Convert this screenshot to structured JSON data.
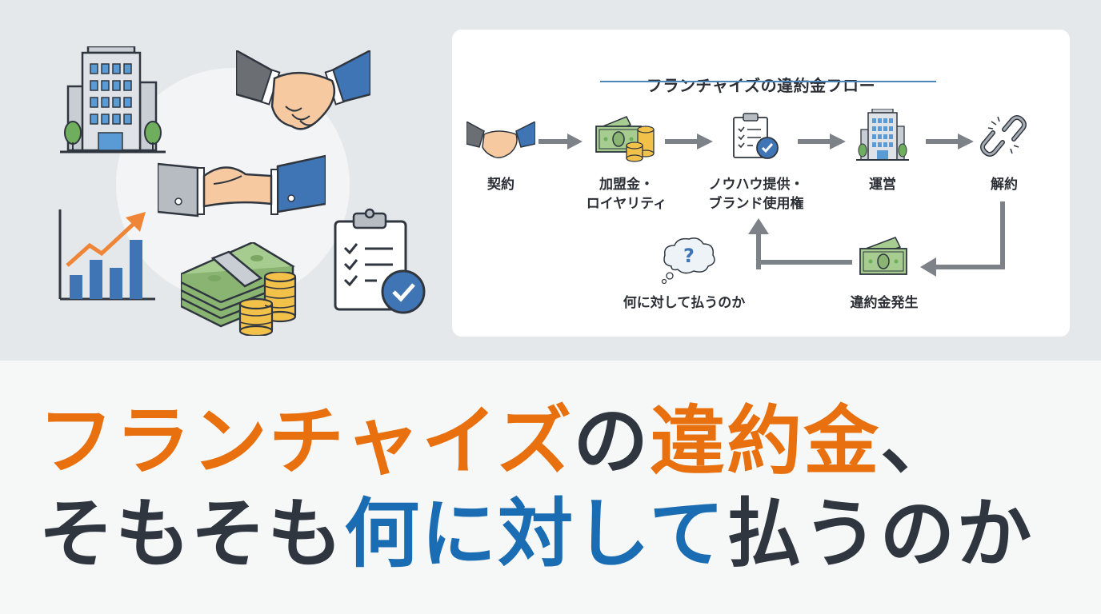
{
  "colors": {
    "top_background": "#e5e8eb",
    "bottom_background": "#f6f7f7",
    "accent_orange": "#e8700e",
    "accent_blue": "#1a6db3",
    "text_dark": "#2f363f",
    "underline_blue": "#4a86bc",
    "arrow_gray": "#7d8288"
  },
  "illustration": {
    "icons": [
      "office-building-icon",
      "handshake-icon",
      "handshake-reaching-icon",
      "growth-chart-icon",
      "cash-stack-icon",
      "coins-icon",
      "checklist-clipboard-icon"
    ]
  },
  "flow_card": {
    "title": "フランチャイズの違約金フロー",
    "steps": [
      {
        "icon": "handshake-icon",
        "label_line1": "契約",
        "label_line2": ""
      },
      {
        "icon": "money-coins-icon",
        "label_line1": "加盟金・",
        "label_line2": "ロイヤリティ"
      },
      {
        "icon": "checklist-clipboard-icon",
        "label_line1": "ノウハウ提供・",
        "label_line2": "ブランド使用権"
      },
      {
        "icon": "office-building-icon",
        "label_line1": "運営",
        "label_line2": ""
      },
      {
        "icon": "broken-chain-icon",
        "label_line1": "解約",
        "label_line2": ""
      }
    ],
    "return_steps": [
      {
        "icon": "banknote-icon",
        "label": "違約金発生"
      },
      {
        "icon": "question-thought-bubble-icon",
        "label": "何に対して払うのか"
      }
    ]
  },
  "headline": {
    "line1": [
      {
        "text": "フランチャイズ",
        "color": "orange"
      },
      {
        "text": "の",
        "color": "dark"
      },
      {
        "text": "違約金",
        "color": "orange"
      },
      {
        "text": "、",
        "color": "dark"
      }
    ],
    "line2": [
      {
        "text": "そもそも",
        "color": "dark"
      },
      {
        "text": "何に対して",
        "color": "blue"
      },
      {
        "text": "払うのか",
        "color": "dark"
      }
    ]
  }
}
